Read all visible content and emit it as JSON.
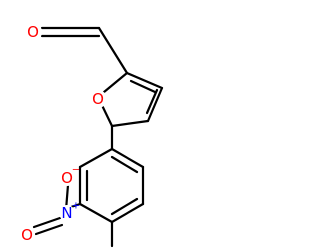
{
  "molecule": {
    "colors": {
      "bond": "#000000",
      "oxygen": "#ff0000",
      "nitrogen": "#0000ff"
    },
    "atoms": [
      {
        "id": "O_ald",
        "label": "O",
        "color": "oxygen"
      },
      {
        "id": "O_furan",
        "label": "O",
        "color": "oxygen"
      },
      {
        "id": "N_nitro",
        "label": "N",
        "charge": "+",
        "color": "nitrogen"
      },
      {
        "id": "O_nitro_top",
        "label": "O",
        "charge": "−",
        "color": "oxygen"
      },
      {
        "id": "O_nitro_bottom",
        "label": "O",
        "color": "oxygen"
      }
    ]
  }
}
